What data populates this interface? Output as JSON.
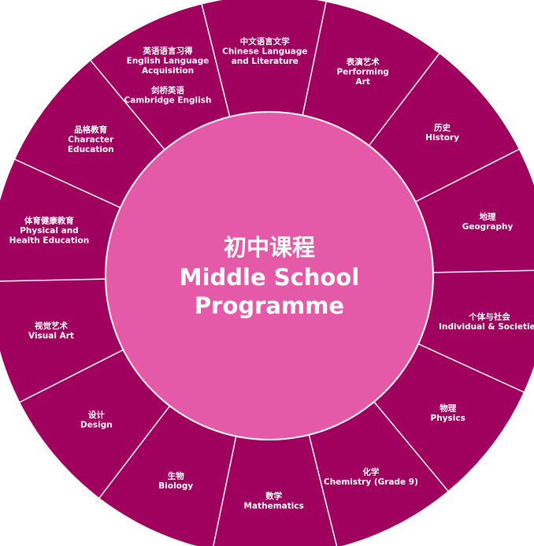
{
  "colors": {
    "ring": "#a0005e",
    "center": "#e459a8",
    "divider": "#ffffff",
    "text": "#ffffff"
  },
  "center": {
    "line_zh": "初中课程",
    "line_en_1": "Middle School",
    "line_en_2": "Programme"
  },
  "segments": [
    {
      "id": "chinese",
      "lines": [
        "中文语言文学",
        "Chinese Language",
        "and Literature"
      ]
    },
    {
      "id": "performing-art",
      "lines": [
        "表演艺术",
        "Performing",
        "Art"
      ]
    },
    {
      "id": "history",
      "lines": [
        "历史",
        "History"
      ]
    },
    {
      "id": "geography",
      "lines": [
        "地理",
        "Geography"
      ]
    },
    {
      "id": "individual-societies",
      "lines": [
        "个体与社会",
        "Individual & Societies"
      ]
    },
    {
      "id": "physics",
      "lines": [
        "物理",
        "Physics"
      ]
    },
    {
      "id": "chemistry",
      "lines": [
        "化学",
        "Chemistry (Grade 9)"
      ]
    },
    {
      "id": "mathematics",
      "lines": [
        "数学",
        "Mathematics"
      ]
    },
    {
      "id": "biology",
      "lines": [
        "生物",
        "Biology"
      ]
    },
    {
      "id": "design",
      "lines": [
        "设计",
        "Design"
      ]
    },
    {
      "id": "visual-art",
      "lines": [
        "视觉艺术",
        "Visual Art"
      ]
    },
    {
      "id": "physical-health",
      "lines": [
        "体育健康教育",
        "Physical and",
        "Health Education"
      ]
    },
    {
      "id": "character",
      "lines": [
        "品格教育",
        "Character",
        "Education"
      ]
    },
    {
      "id": "english",
      "lines": [
        "英语语言习得",
        "English Language",
        "Acquisition",
        "",
        "剑桥英语",
        "Cambridge English"
      ]
    }
  ]
}
